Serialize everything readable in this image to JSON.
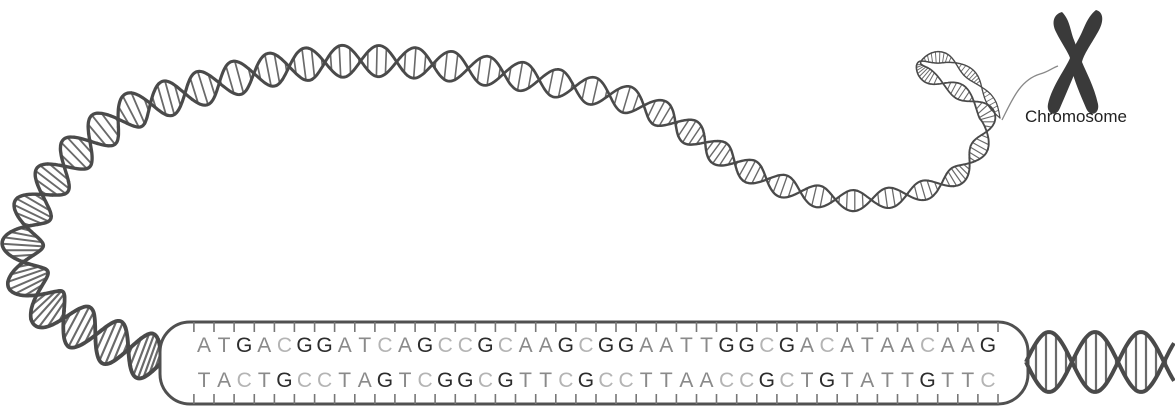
{
  "chromosome": {
    "label": "Chromosome",
    "color": "#3a3a3a"
  },
  "helix": {
    "strand_color": "#4a4a4a",
    "rung_color": "#6a6a6a",
    "box_stroke": "#505050"
  },
  "sequence": {
    "top": [
      "A",
      "T",
      "G",
      "A",
      "C",
      "G",
      "G",
      "A",
      "T",
      "C",
      "A",
      "G",
      "C",
      "C",
      "G",
      "C",
      "A",
      "A",
      "G",
      "C",
      "G",
      "G",
      "A",
      "A",
      "T",
      "T",
      "G",
      "G",
      "C",
      "G",
      "A",
      "C",
      "A",
      "T",
      "A",
      "A",
      "C",
      "A",
      "A",
      "G"
    ],
    "bottom": [
      "T",
      "A",
      "C",
      "T",
      "G",
      "C",
      "C",
      "T",
      "A",
      "G",
      "T",
      "C",
      "G",
      "G",
      "C",
      "G",
      "T",
      "T",
      "C",
      "G",
      "C",
      "C",
      "T",
      "T",
      "A",
      "A",
      "C",
      "C",
      "G",
      "C",
      "T",
      "G",
      "T",
      "A",
      "T",
      "T",
      "G",
      "T",
      "T",
      "C"
    ],
    "base_colors": {
      "A": "#8a8a8a",
      "T": "#8a8a8a",
      "G": "#2c2c2c",
      "C": "#b4b4b4"
    }
  }
}
